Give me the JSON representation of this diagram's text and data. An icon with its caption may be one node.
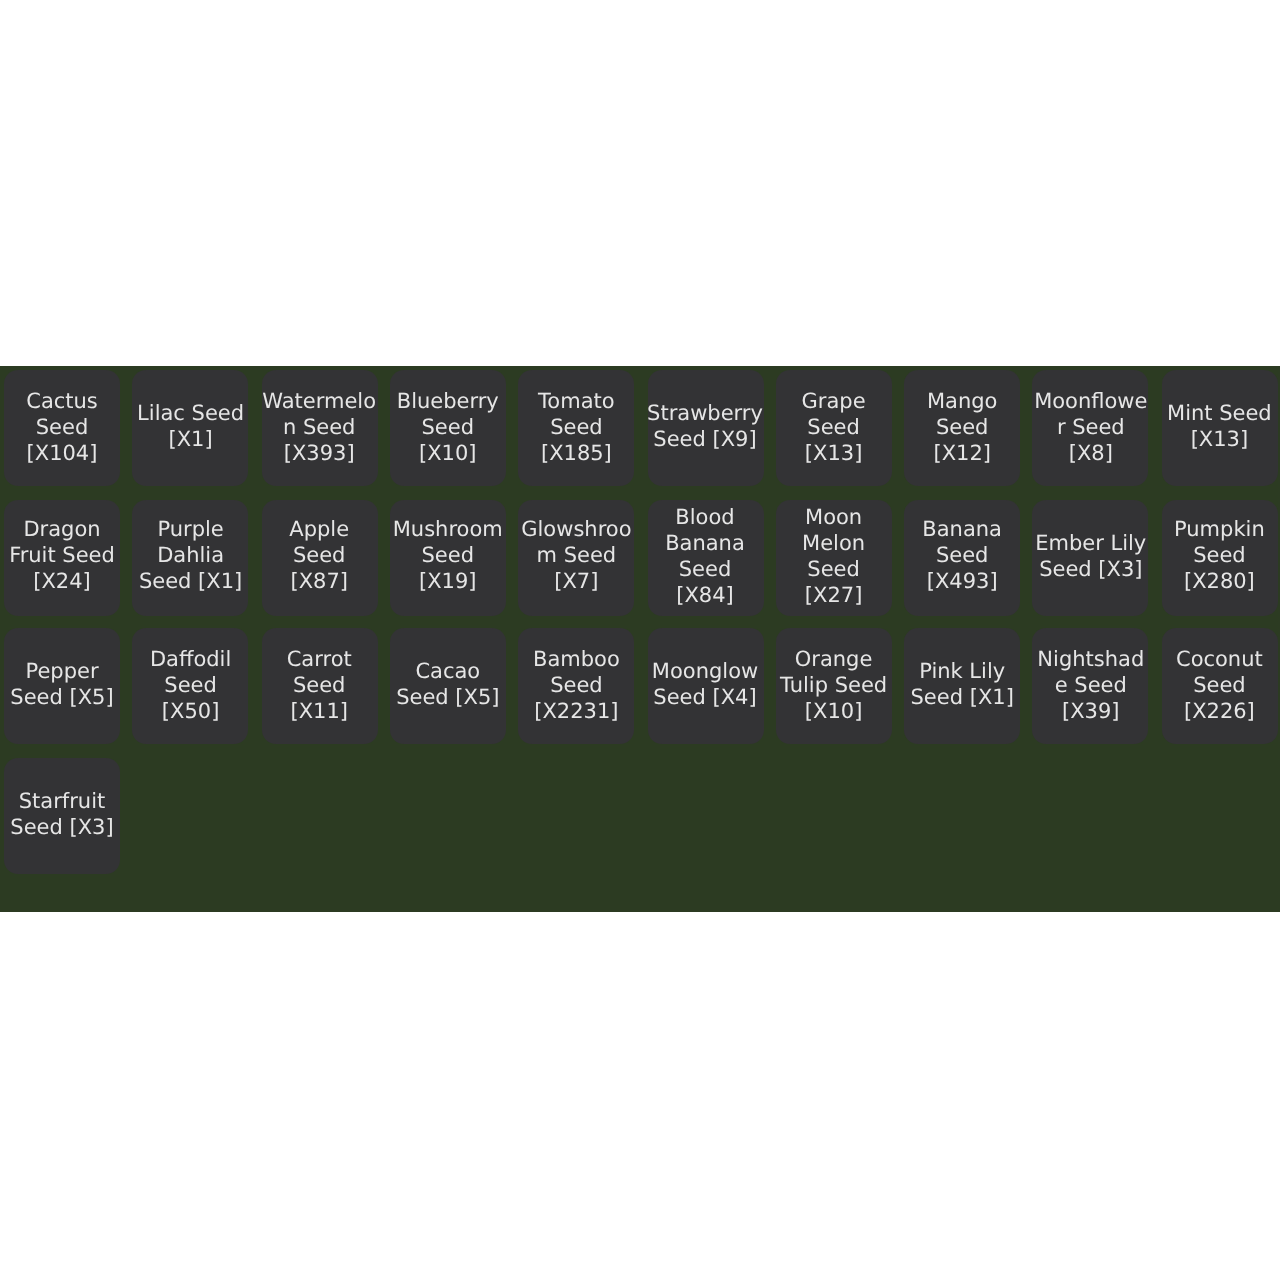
{
  "diagram": {
    "nodes": [
      {
        "text": [
          "Cactus Seed [X104]"
        ]
      },
      {
        "text": [
          "Lilac Seed [X1]"
        ]
      },
      {
        "text": [
          "Watermelon Seed [X393]"
        ]
      },
      {
        "text": [
          "Blueberry Seed [X10]"
        ]
      },
      {
        "text": [
          "Tomato Seed [X185]"
        ]
      },
      {
        "text": [
          "Strawberry Seed [X9]"
        ]
      },
      {
        "text": [
          "Grape Seed [X13]"
        ]
      },
      {
        "text": [
          "Mango Seed [X12]"
        ]
      },
      {
        "text": [
          "Moonflower Seed [X8]"
        ]
      },
      {
        "text": [
          "Mint Seed [X13]"
        ]
      },
      {
        "text": [
          "Dragon Fruit Seed [X24]"
        ]
      },
      {
        "text": [
          "Purple Dahlia Seed [X1]"
        ]
      },
      {
        "text": [
          "Apple Seed [X87]"
        ]
      },
      {
        "text": [
          "Mushroom Seed [X19]"
        ]
      },
      {
        "text": [
          "Glowshroom Seed [X7]"
        ]
      },
      {
        "text": [
          "Blood Banana Seed [X84]"
        ]
      },
      {
        "text": [
          "Moon Melon Seed [X27]"
        ]
      },
      {
        "text": [
          "Banana Seed [X493]"
        ]
      },
      {
        "text": [
          "Ember Lily Seed [X3]"
        ]
      },
      {
        "text": [
          "Pumpkin Seed [X280]"
        ]
      },
      {
        "text": [
          "Pepper Seed [X5]"
        ]
      },
      {
        "text": [
          "Daffodil Seed [X50]"
        ]
      },
      {
        "text": [
          "Carrot Seed [X11]"
        ]
      },
      {
        "text": [
          "Cacao Seed [X5]"
        ]
      },
      {
        "text": [
          "Bamboo Seed [X2231]"
        ]
      },
      {
        "text": [
          "Moonglow Seed [X4]"
        ]
      },
      {
        "text": [
          "Orange Tulip Seed [X10]"
        ]
      },
      {
        "text": [
          "Pink Lily Seed [X1]"
        ]
      },
      {
        "text": [
          "Nightshade Seed [X39]"
        ]
      },
      {
        "text": [
          "Coconut Seed [X226]"
        ]
      },
      {
        "text": [
          "Starfruit Seed [X3]"
        ]
      }
    ]
  }
}
